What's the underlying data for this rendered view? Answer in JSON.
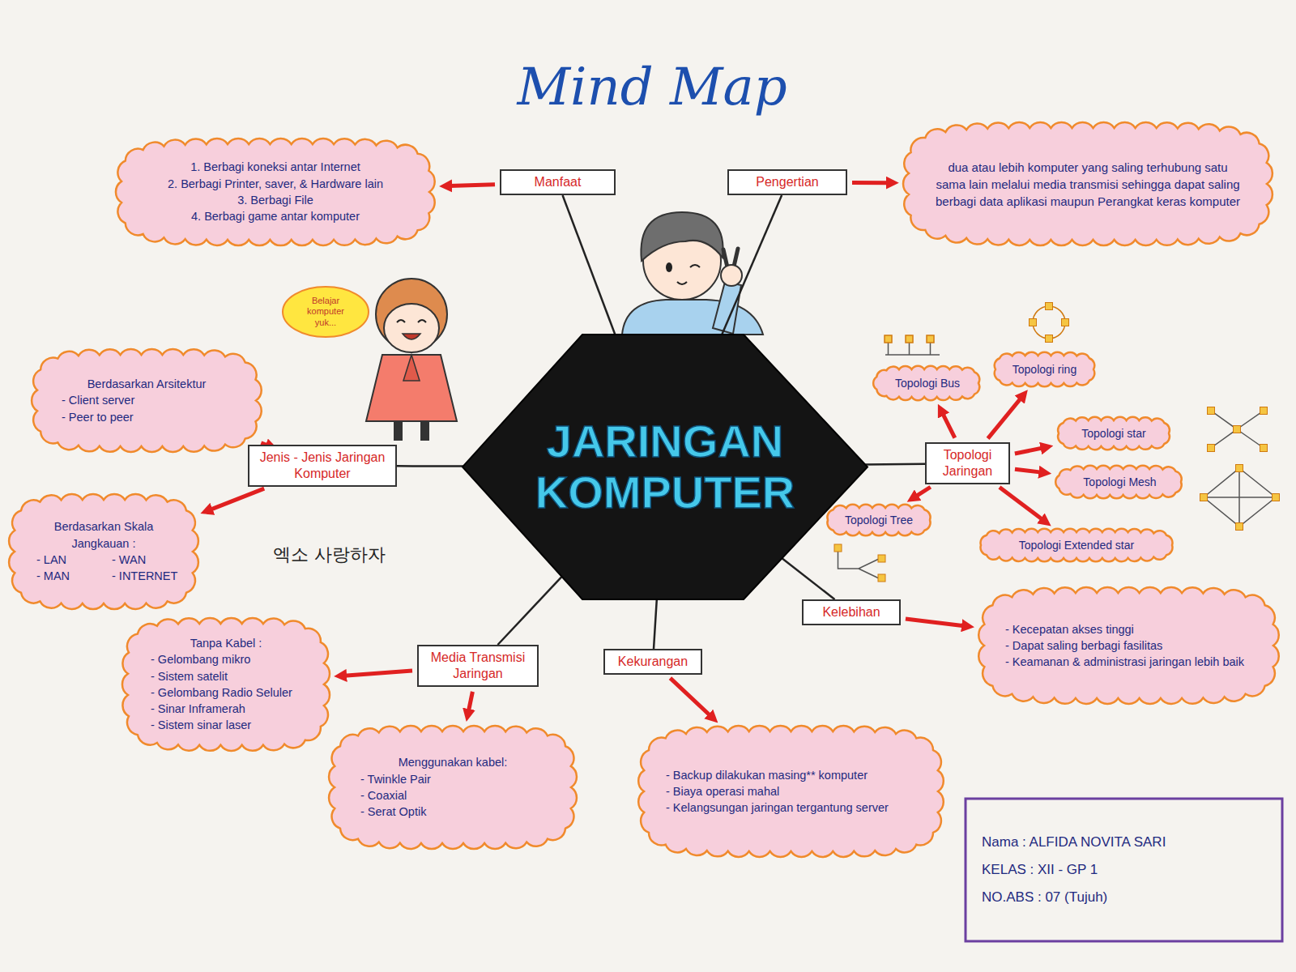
{
  "diagram": {
    "title": "Mind Map",
    "nodes": [
      {
        "text": [
          "JARINGAN KOMPUTER"
        ]
      },
      {
        "text": [
          "Manfaat"
        ]
      },
      {
        "text": [
          "1. Berbagi koneksi antar Internet",
          "2. Berbagi Printer, saver, & Hardware lain",
          "3. Berbagi File",
          "4. Berbagi game antar komputer"
        ]
      },
      {
        "text": [
          "Pengertian"
        ]
      },
      {
        "text": [
          "dua atau lebih komputer yang saling terhubung satu sama lain melalui media transmisi sehingga dapat saling berbagi data aplikasi maupun Perangkat keras komputer"
        ]
      },
      {
        "text": [
          "Belajar komputer yuk..."
        ]
      },
      {
        "text": [
          "Berdasarkan Arsitektur",
          "- Client server",
          "- Peer to peer"
        ]
      },
      {
        "text": [
          "Jenis - Jenis Jaringan Komputer"
        ]
      },
      {
        "text": [
          "Topologi Bus"
        ]
      },
      {
        "text": [
          "Topologi ring"
        ]
      },
      {
        "text": [
          "Topologi Jaringan"
        ]
      },
      {
        "text": [
          "Topologi star"
        ]
      },
      {
        "text": [
          "Topologi Mesh"
        ]
      },
      {
        "text": [
          "Berdasarkan Skala Jangkauan :",
          "- LAN",
          "- WAN",
          "- MAN",
          "- INTERNET"
        ]
      },
      {
        "text": [
          "Topologi Tree"
        ]
      },
      {
        "text": [
          "Topologi Extended star"
        ]
      },
      {
        "text": [
          "Kelebihan"
        ]
      },
      {
        "text": [
          "- Kecepatan akses tinggi",
          "- Dapat saling berbagi fasilitas",
          "- Keamanan & administrasi jaringan lebih baik"
        ]
      },
      {
        "text": [
          "Tanpa Kabel :",
          "- Gelombang mikro",
          "- Sistem satelit",
          "- Gelombang Radio Seluler",
          "- Sinar Inframerah",
          "- Sistem sinar laser"
        ]
      },
      {
        "text": [
          "Media Transmisi Jaringan"
        ]
      },
      {
        "text": [
          "Kekurangan"
        ]
      },
      {
        "text": [
          "Menggunakan kabel:",
          "- Twinkle Pair",
          "- Coaxial",
          "- Serat Optik"
        ]
      },
      {
        "text": [
          "- Backup dilakukan masing** komputer",
          "- Biaya operasi mahal",
          "- Kelangsungan jaringan tergantung server"
        ]
      },
      {
        "text": [
          "Nama : ALFIDA NOVITA SARI",
          "KELAS : XII - GP 1",
          "NO.ABS : 07 (Tujuh)"
        ]
      }
    ],
    "edges": [
      {
        "from": 0,
        "to": 1,
        "arrow": "none"
      },
      {
        "from": 1,
        "to": 2,
        "arrow": "to"
      },
      {
        "from": 0,
        "to": 3,
        "arrow": "none"
      },
      {
        "from": 3,
        "to": 4,
        "arrow": "to"
      },
      {
        "from": 0,
        "to": 7,
        "arrow": "none"
      },
      {
        "from": 7,
        "to": 6,
        "arrow": "to"
      },
      {
        "from": 7,
        "to": 13,
        "arrow": "to"
      },
      {
        "from": 0,
        "to": 10,
        "arrow": "none"
      },
      {
        "from": 10,
        "to": 8,
        "arrow": "to"
      },
      {
        "from": 10,
        "to": 9,
        "arrow": "to"
      },
      {
        "from": 10,
        "to": 11,
        "arrow": "to"
      },
      {
        "from": 10,
        "to": 12,
        "arrow": "to"
      },
      {
        "from": 10,
        "to": 14,
        "arrow": "to"
      },
      {
        "from": 10,
        "to": 15,
        "arrow": "to"
      },
      {
        "from": 0,
        "to": 16,
        "arrow": "none"
      },
      {
        "from": 16,
        "to": 17,
        "arrow": "to"
      },
      {
        "from": 0,
        "to": 19,
        "arrow": "none"
      },
      {
        "from": 19,
        "to": 18,
        "arrow": "to"
      },
      {
        "from": 19,
        "to": 21,
        "arrow": "to"
      },
      {
        "from": 0,
        "to": 20,
        "arrow": "none"
      },
      {
        "from": 20,
        "to": 22,
        "arrow": "to"
      }
    ],
    "labels": [
      "엑소 사랑하자"
    ]
  }
}
